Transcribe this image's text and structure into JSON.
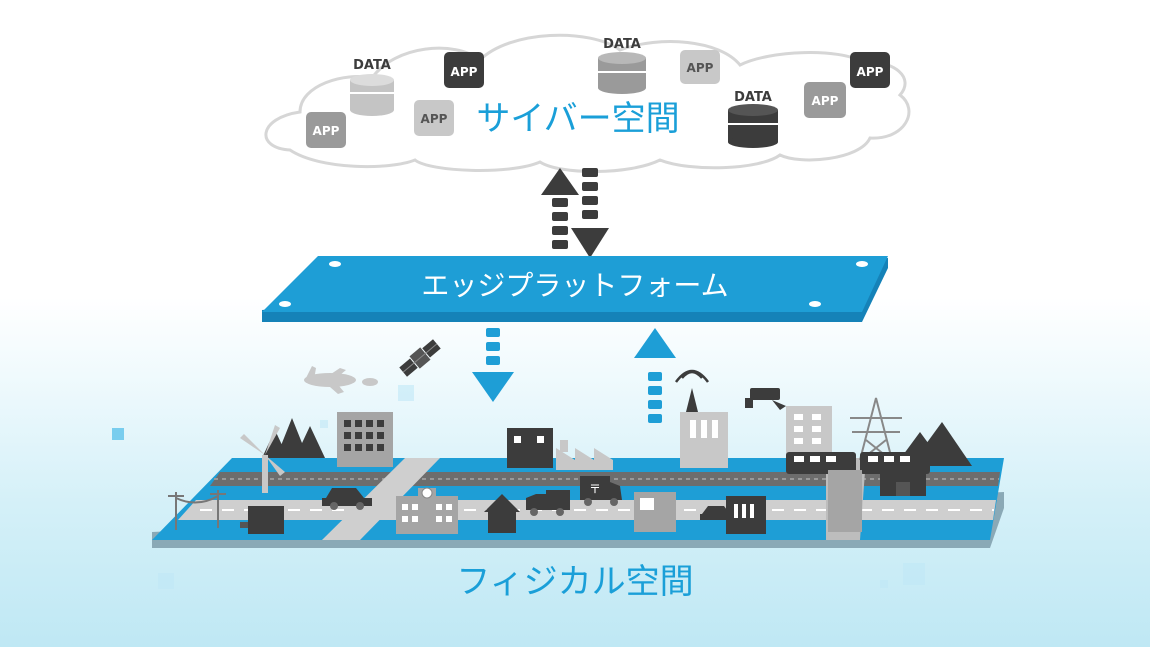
{
  "cyber": {
    "title": "サイバー空間"
  },
  "edge": {
    "label": "エッジプラットフォーム"
  },
  "physical": {
    "title": "フィジカル空間"
  },
  "cloud_items": {
    "data_label": "DATA",
    "app_label": "APP"
  },
  "colors": {
    "accent": "#1a9fd8",
    "platform": "#1e9ed6",
    "dark": "#3c3c3c",
    "gray": "#a8a8a8",
    "road": "#c8c8c8"
  }
}
